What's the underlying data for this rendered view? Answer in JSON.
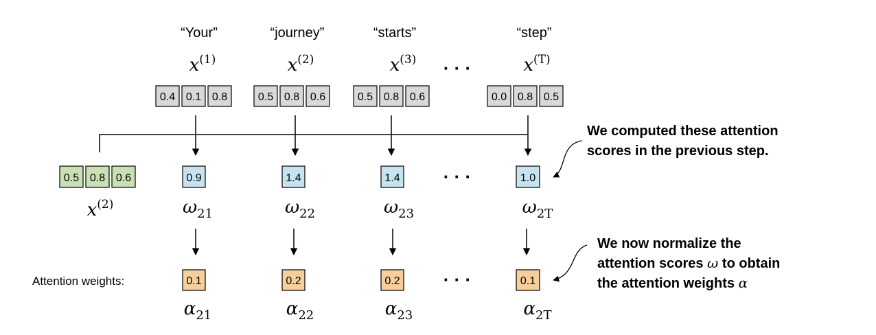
{
  "tokens": [
    {
      "word": "“Your”",
      "input_base": "x",
      "input_sup": "(1)",
      "vector": [
        "0.4",
        "0.1",
        "0.8"
      ],
      "score": "0.9",
      "score_base": "ω",
      "score_sub": "21",
      "weight": "0.1",
      "weight_base": "α",
      "weight_sub": "21"
    },
    {
      "word": "“journey”",
      "input_base": "x",
      "input_sup": "(2)",
      "vector": [
        "0.5",
        "0.8",
        "0.6"
      ],
      "score": "1.4",
      "score_base": "ω",
      "score_sub": "22",
      "weight": "0.2",
      "weight_base": "α",
      "weight_sub": "22"
    },
    {
      "word": "“starts”",
      "input_base": "x",
      "input_sup": "(3)",
      "vector": [
        "0.5",
        "0.8",
        "0.6"
      ],
      "score": "1.4",
      "score_base": "ω",
      "score_sub": "23",
      "weight": "0.2",
      "weight_base": "α",
      "weight_sub": "23"
    },
    {
      "word": "“step”",
      "input_base": "x",
      "input_sup": "(T)",
      "vector": [
        "0.0",
        "0.8",
        "0.5"
      ],
      "score": "1.0",
      "score_base": "ω",
      "score_sub": "2T",
      "weight": "0.1",
      "weight_base": "α",
      "weight_sub": "2T"
    }
  ],
  "query": {
    "vector": [
      "0.5",
      "0.8",
      "0.6"
    ],
    "label_base": "x",
    "label_sup": "(2)"
  },
  "ellipsis": "· · ·",
  "row_label": "Attention weights:",
  "note_scores": [
    "We computed these attention",
    "scores in the previous step."
  ],
  "note_normalize_line1": "We now normalize the",
  "note_normalize_line2": "attention scores",
  "note_normalize_symbol1": "ω",
  "note_normalize_line2b": "to obtain",
  "note_normalize_line3": "the attention weights",
  "note_normalize_symbol2": "α",
  "colors": {
    "input_fill": "#d9d9d9",
    "query_fill": "#c9e0b4",
    "score_fill": "#c6e3ef",
    "weight_fill": "#f6cf9b",
    "stroke": "#000000"
  }
}
